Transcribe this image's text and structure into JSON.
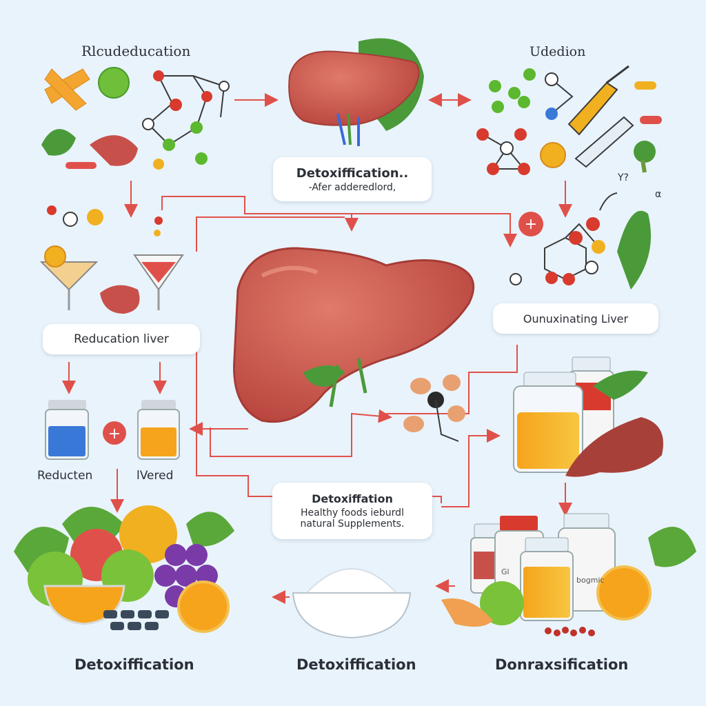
{
  "labels": {
    "top_left": "Rlcudeducation",
    "top_right": "Udedion",
    "greek_y": "Y?",
    "greek_a": "α",
    "vial_left": "Reducten",
    "vial_right": "lVered",
    "bottom_left": "Detoxiffication",
    "bottom_center": "Detoxiffication",
    "bottom_right": "Donraxsification",
    "bottle_tag_left": "Gl",
    "bottle_tag_right": "bogmic"
  },
  "boxes": {
    "top_center_title": "Detoxiffication..",
    "top_center_sub": "-Afer adderedlord,",
    "left_mid": "Reducation liver",
    "right_mid": "Ounuxinating Liver",
    "center_bottom_title": "Detoxiffation",
    "center_bottom_line1": "Healthy foods ieburdl",
    "center_bottom_line2": "natural Supplements."
  },
  "colors": {
    "background": "#e9f3fb",
    "liver": "#c8504a",
    "liver_light": "#e07a6a",
    "arrow": "#e0504a",
    "leaf": "#4a9a3a",
    "atom_red": "#d83a2e",
    "atom_green": "#5cb82e",
    "atom_blue": "#3a78d8",
    "atom_yellow": "#f0b020"
  }
}
